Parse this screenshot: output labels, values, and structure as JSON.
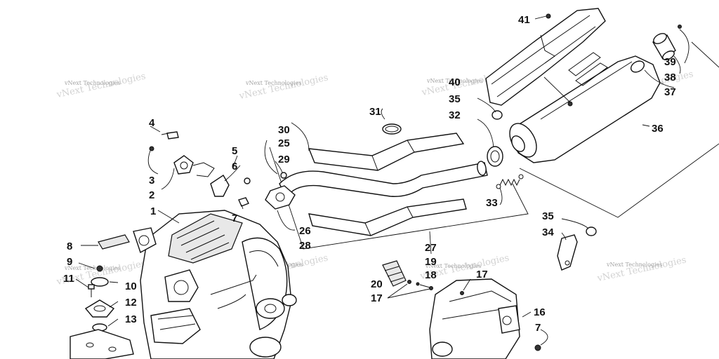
{
  "watermark": {
    "text": "vNext Technologies"
  },
  "callouts": {
    "c1": "1",
    "c2": "2",
    "c3": "3",
    "c4": "4",
    "c5": "5",
    "c6": "6",
    "c7a": "7",
    "c7b": "7",
    "c8": "8",
    "c9": "9",
    "c10": "10",
    "c11": "11",
    "c12": "12",
    "c13": "13",
    "c16": "16",
    "c17a": "17",
    "c17b": "17",
    "c18": "18",
    "c19": "19",
    "c20": "20",
    "c25": "25",
    "c26": "26",
    "c27": "27",
    "c28": "28",
    "c29": "29",
    "c30": "30",
    "c31": "31",
    "c32": "32",
    "c33": "33",
    "c34": "34",
    "c35a": "35",
    "c35b": "35",
    "c36": "36",
    "c37": "37",
    "c38": "38",
    "c39": "39",
    "c40": "40",
    "c41": "41"
  }
}
